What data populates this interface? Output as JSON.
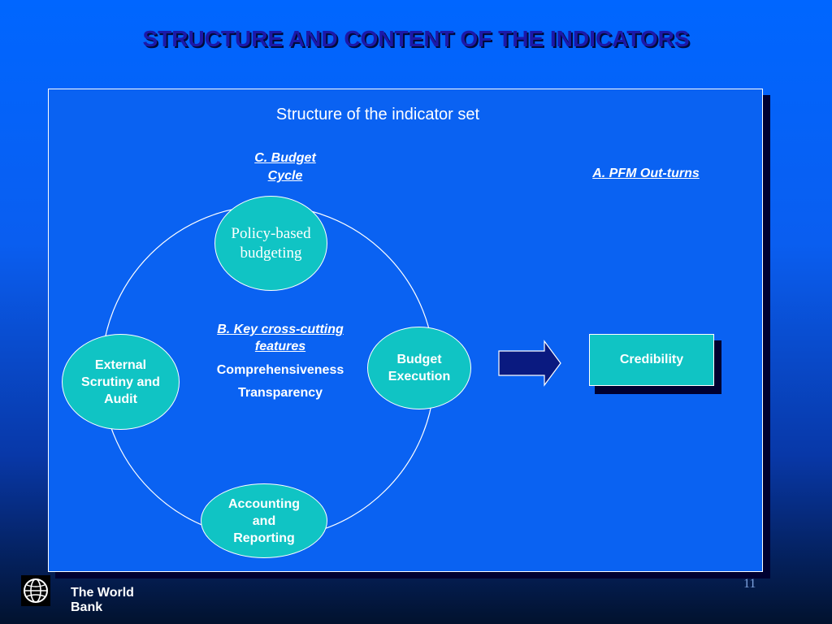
{
  "slide": {
    "title": "STRUCTURE AND CONTENT OF THE INDICATORS",
    "page_number": "11"
  },
  "diagram": {
    "heading": "Structure of the indicator set",
    "cycle_label": "C. Budget Cycle",
    "outturns_label": "A. PFM Out-turns",
    "cross_cutting_label": "B. Key cross-cutting features",
    "features": [
      "Comprehensiveness",
      "Transparency"
    ],
    "nodes": {
      "policy": "Policy-based budgeting",
      "execution": "Budget Execution",
      "accounting": "Accounting and Reporting",
      "scrutiny": "External Scrutiny and Audit"
    },
    "outcome": "Credibility"
  },
  "footer": {
    "organization": "The World Bank",
    "logo_icon": "globe-icon"
  },
  "colors": {
    "node_fill": "#10c4c4",
    "arrow_fill": "#0a1a80",
    "title_color": "#1c18a8"
  }
}
